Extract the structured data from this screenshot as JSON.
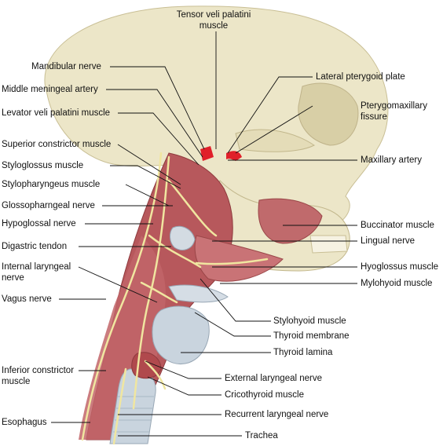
{
  "labels": {
    "tensor": "Tensor veli palatini\nmuscle",
    "mandibular": "Mandibular nerve",
    "middle_meningeal": "Middle meningeal artery",
    "levator": "Levator veli palatini muscle",
    "superior_constrictor": "Superior constrictor muscle",
    "styloglossus": "Styloglossus muscle",
    "stylopharyngeus": "Stylopharyngeus muscle",
    "glossopharyngeal": "Glossopharngeal nerve",
    "hypoglossal": "Hypoglossal nerve",
    "digastric": "Digastric tendon",
    "internal_laryngeal": "Internal laryngeal\nnerve",
    "vagus": "Vagus nerve",
    "inferior_constrictor": "Inferior constrictor\nmuscle",
    "esophagus": "Esophagus",
    "lateral_pterygoid": "Lateral pterygoid plate",
    "pterygomaxillary": "Pterygomaxillary\nfissure",
    "maxillary_artery": "Maxillary artery",
    "buccinator": "Buccinator muscle",
    "lingual": "Lingual nerve",
    "hyoglossus": "Hyoglossus muscle",
    "mylohyoid": "Mylohyoid muscle",
    "stylohyoid": "Stylohyoid muscle",
    "thyroid_membrane": "Thyroid membrane",
    "thyroid_lamina": "Thyroid lamina",
    "external_laryngeal": "External laryngeal nerve",
    "cricothyroid": "Cricothyroid muscle",
    "recurrent_laryngeal": "Recurrent laryngeal nerve",
    "trachea": "Trachea"
  },
  "colors": {
    "bone": "#ece6c8",
    "bone_shade": "#d8cfa6",
    "muscle": "#b7585c",
    "muscle_light": "#d08a88",
    "nerve": "#f0e6a0",
    "cartilage": "#c9d4de",
    "artery": "#e0202a"
  }
}
